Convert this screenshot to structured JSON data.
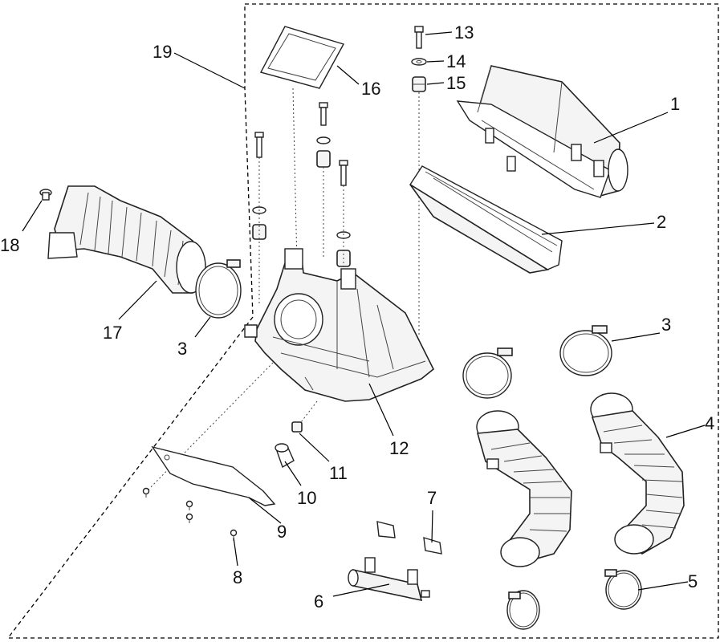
{
  "callouts": {
    "c1": "1",
    "c2": "2",
    "c3a": "3",
    "c3b": "3",
    "c4": "4",
    "c5": "5",
    "c6": "6",
    "c7": "7",
    "c8": "8",
    "c9": "9",
    "c10": "10",
    "c11": "11",
    "c12": "12",
    "c13": "13",
    "c14": "14",
    "c15": "15",
    "c16": "16",
    "c17": "17",
    "c18": "18",
    "c19": "19"
  }
}
